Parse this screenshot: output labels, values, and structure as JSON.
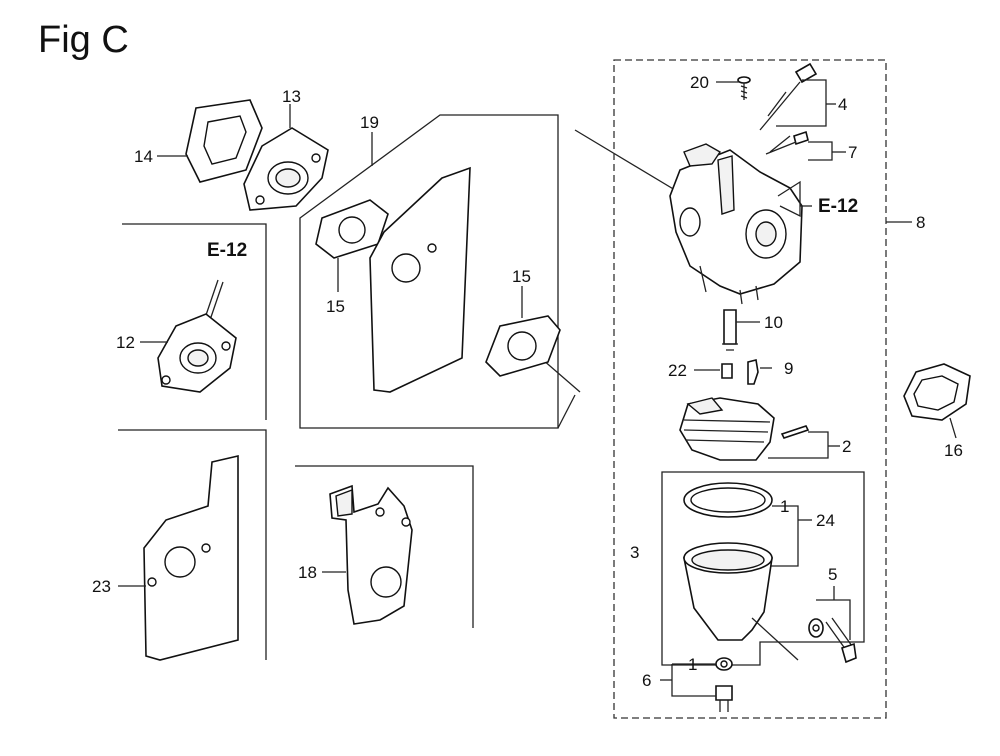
{
  "figure": {
    "title": "Fig C",
    "reference_labels": {
      "ref_left": "E-12",
      "ref_right": "E-12"
    },
    "callouts": {
      "c1a": "1",
      "c1b": "1",
      "c2": "2",
      "c3": "3",
      "c4": "4",
      "c5": "5",
      "c6": "6",
      "c7": "7",
      "c8": "8",
      "c9": "9",
      "c10": "10",
      "c12": "12",
      "c13": "13",
      "c14": "14",
      "c15a": "15",
      "c15b": "15",
      "c16": "16",
      "c18": "18",
      "c19": "19",
      "c20": "20",
      "c22": "22",
      "c23": "23",
      "c24": "24"
    }
  }
}
